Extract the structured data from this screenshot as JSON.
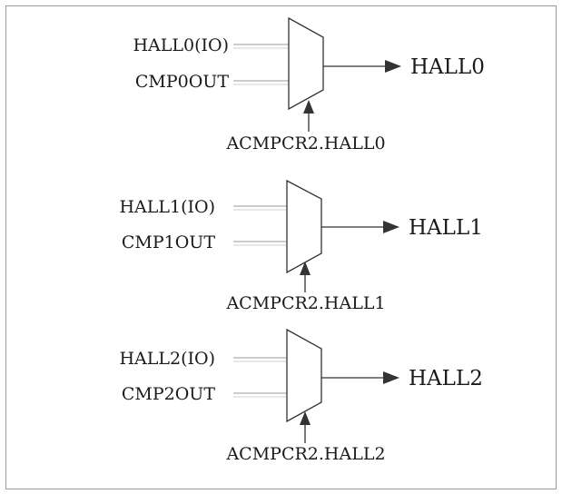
{
  "colors": {
    "line": "#333333",
    "wire": "#9a9a9a",
    "text": "#1a1a1a",
    "background": "#ffffff"
  },
  "muxes": [
    {
      "inputs": [
        "HALL0(IO)",
        "CMP0OUT"
      ],
      "output": "HALL0",
      "select": "ACMPCR2.HALL0"
    },
    {
      "inputs": [
        "HALL1(IO)",
        "CMP1OUT"
      ],
      "output": "HALL1",
      "select": "ACMPCR2.HALL1"
    },
    {
      "inputs": [
        "HALL2(IO)",
        "CMP2OUT"
      ],
      "output": "HALL2",
      "select": "ACMPCR2.HALL2"
    }
  ]
}
